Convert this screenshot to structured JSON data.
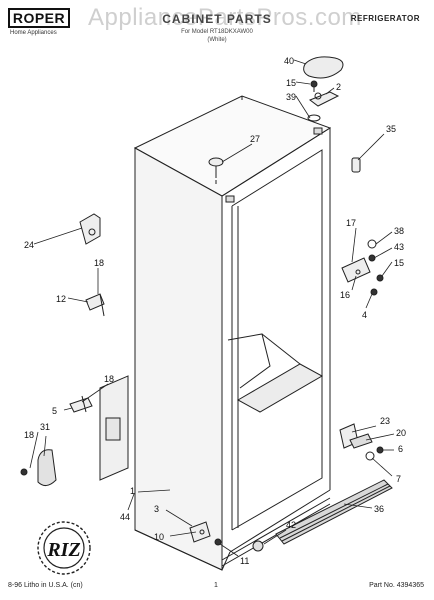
{
  "header": {
    "brand": "ROPER",
    "brand_sub": "Home Appliances",
    "watermark": "AppliancePartsPros.com",
    "title": "CABINET PARTS",
    "subtitle_line1": "For Model RT18DKXAW00",
    "subtitle_line2": "(White)",
    "category": "REFRIGERATOR"
  },
  "callouts": {
    "c1": "1",
    "c2": "2",
    "c3": "3",
    "c4": "4",
    "c5": "5",
    "c6": "6",
    "c7": "7",
    "c10": "10",
    "c11": "11",
    "c12": "12",
    "c15a": "15",
    "c15b": "15",
    "c16": "16",
    "c17": "17",
    "c18a": "18",
    "c18b": "18",
    "c18c": "18",
    "c20": "20",
    "c23": "23",
    "c24": "24",
    "c27": "27",
    "c31": "31",
    "c35": "35",
    "c36": "36",
    "c38": "38",
    "c39": "39",
    "c40": "40",
    "c42": "42",
    "c43": "43",
    "c44": "44"
  },
  "badge": {
    "text": "RIZ"
  },
  "footer": {
    "litho": "8-96 Litho in U.S.A. (cn)",
    "page": "1",
    "part_no": "Part No. 4394365"
  }
}
